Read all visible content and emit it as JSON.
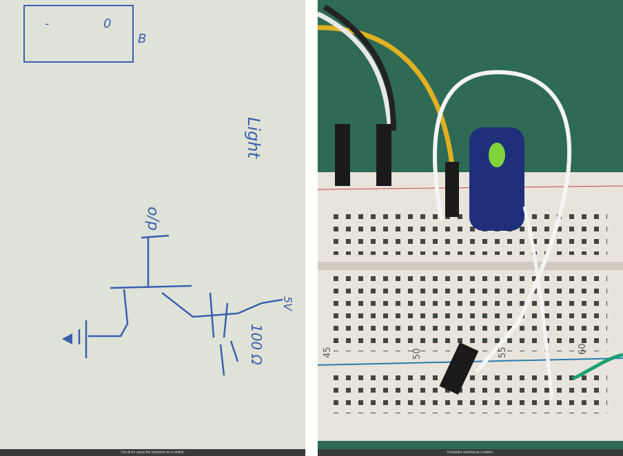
{
  "left_photo": {
    "caption": "Circuit for using the transistor as a switch.",
    "handwriting": {
      "light": "Light",
      "output": "o/p",
      "resistor": "100 Ω",
      "supply": "5V",
      "battery_label": "B",
      "minus": "-",
      "zero": "0"
    }
  },
  "right_photo": {
    "caption": "Transistor working as a switch.",
    "breadboard_numbers": [
      "45",
      "50",
      "55",
      "60"
    ]
  }
}
